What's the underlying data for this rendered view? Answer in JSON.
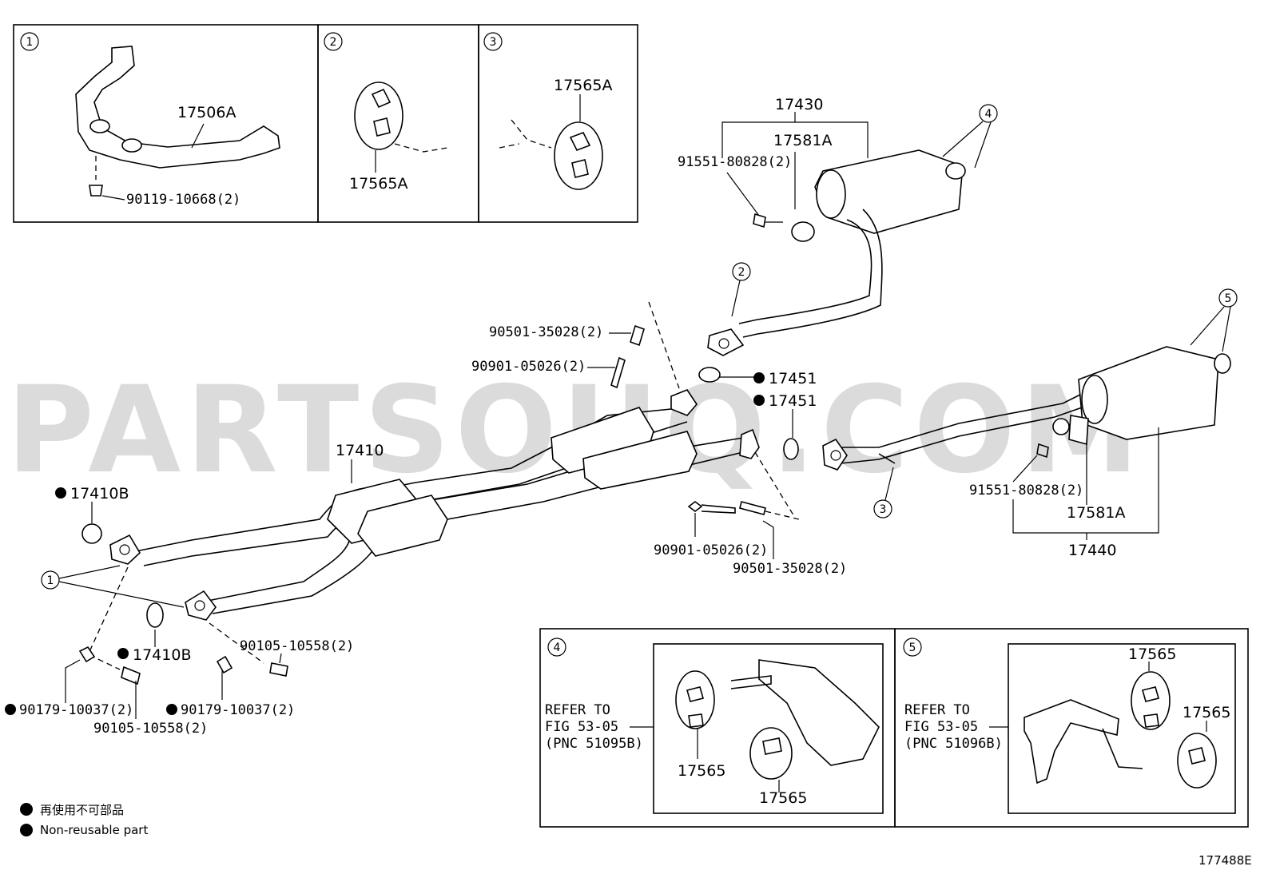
{
  "watermark": "PARTSOUQ.COM",
  "diagram_id": "177488E",
  "legend": {
    "jp": "再使用不可部品",
    "en": "Non-reusable part"
  },
  "callouts": [
    "1",
    "2",
    "3",
    "4",
    "5"
  ],
  "detail_boxes": {
    "box1": {
      "num": "1",
      "part": "17506A",
      "bolt": "90119-10668(2)"
    },
    "box2": {
      "num": "2",
      "part": "17565A"
    },
    "box3": {
      "num": "3",
      "part": "17565A"
    },
    "box4": {
      "num": "4",
      "refer": [
        "REFER TO",
        "FIG 53-05",
        "(PNC 51095B)"
      ],
      "parts": [
        "17565",
        "17565"
      ]
    },
    "box5": {
      "num": "5",
      "refer": [
        "REFER TO",
        "FIG 53-05",
        "(PNC 51096B)"
      ],
      "parts": [
        "17565",
        "17565"
      ]
    }
  },
  "labels": {
    "p17430": "17430",
    "p17581A_top": "17581A",
    "p91551_top": "91551-80828(2)",
    "p90501_top": "90501-35028(2)",
    "p90901_top": "90901-05026(2)",
    "p17451_a": "17451",
    "p17451_b": "17451",
    "p17410": "17410",
    "p17410B_a": "17410B",
    "p17410B_b": "17410B",
    "p90901_bot": "90901-05026(2)",
    "p90501_bot": "90501-35028(2)",
    "p90105_a": "90105-10558(2)",
    "p90105_b": "90105-10558(2)",
    "p90179_a": "90179-10037(2)",
    "p90179_b": "90179-10037(2)",
    "p91551_bot": "91551-80828(2)",
    "p17581A_bot": "17581A",
    "p17440": "17440"
  }
}
